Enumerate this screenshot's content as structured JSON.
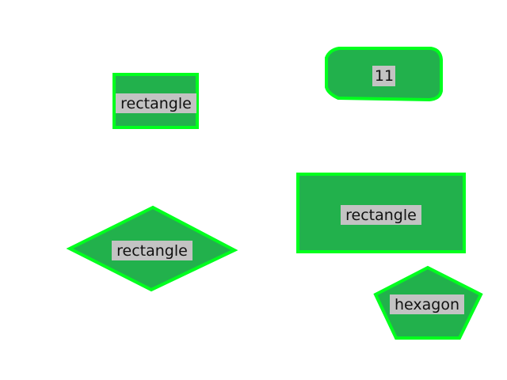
{
  "colors": {
    "fill": "#22b14c",
    "outline": "#00ff1e",
    "label_bg": "#c3c3c3",
    "label_text": "#111111",
    "background": "#ffffff"
  },
  "shapes": [
    {
      "id": "shape-rect-top-left",
      "kind": "rectangle",
      "label": "rectangle"
    },
    {
      "id": "shape-rounded-top-right",
      "kind": "rounded-rectangle",
      "label": "11"
    },
    {
      "id": "shape-diamond",
      "kind": "diamond",
      "label": "rectangle"
    },
    {
      "id": "shape-rect-right",
      "kind": "rectangle",
      "label": "rectangle"
    },
    {
      "id": "shape-pentagon",
      "kind": "pentagon",
      "label": "hexagon"
    }
  ]
}
